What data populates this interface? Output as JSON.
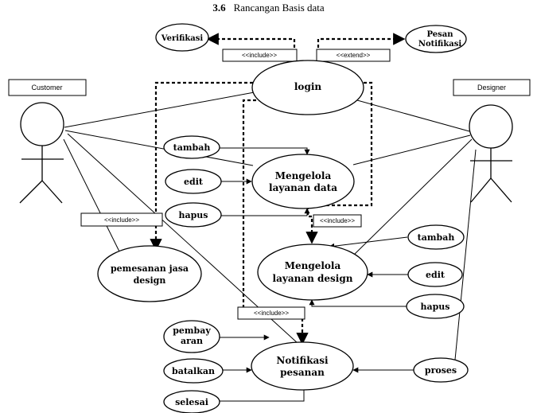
{
  "heading": {
    "number": "3.6",
    "title": "Rancangan Basis data"
  },
  "actors": {
    "customer": "Customer",
    "designer": "Designer"
  },
  "use_cases": {
    "verifikasi": "Verifikasi",
    "pesan_notifikasi": [
      "Pesan",
      "Notifikasi"
    ],
    "login": "login",
    "tambah_1": "tambah",
    "edit_1": "edit",
    "hapus_1": "hapus",
    "mengelola_layanan_data": [
      "Mengelola",
      "layanan data"
    ],
    "pemesanan_jasa_design": [
      "pemesanan jasa",
      "design"
    ],
    "tambah_2": "tambah",
    "edit_2": "edit",
    "hapus_2": "hapus",
    "mengelola_layanan_design": [
      "Mengelola",
      "layanan design"
    ],
    "pembayaran": [
      "pembay",
      "aran"
    ],
    "batalkan": "batalkan",
    "selesai": "selesai",
    "notifikasi_pesanan": [
      "Notifikasi",
      "pesanan"
    ],
    "proses": "proses"
  },
  "relations": {
    "include_verifikasi": "<<include>>",
    "extend_notifikasi": "<<extend>>",
    "include_pemesanan": "<<include>>",
    "include_design": "<<include>>",
    "include_notifikasi": "<<include>>"
  }
}
